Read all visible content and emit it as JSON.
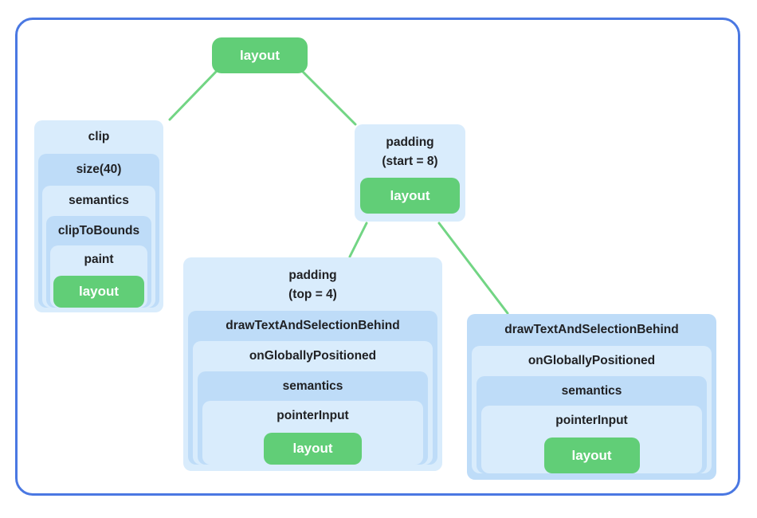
{
  "colors": {
    "frame_border": "#4a78e2",
    "box_light": "#d9ecfc",
    "box_dark": "#bedcf8",
    "node_green": "#61ce77",
    "edge_green": "#72d584",
    "label_text": "#202124",
    "node_text": "#ffffff",
    "canvas": "#ffffff"
  },
  "nodes": {
    "root_layout": {
      "label": "layout"
    },
    "clip": {
      "title": "clip",
      "size": "size(40)",
      "semantics": "semantics",
      "clip_to_bounds": "clipToBounds",
      "paint": "paint",
      "layout": "layout"
    },
    "padding_start": {
      "title_line1": "padding",
      "title_line2": "(start = 8)",
      "layout": "layout"
    },
    "padding_top": {
      "title_line1": "padding",
      "title_line2": "(top = 4)",
      "draw_text": "drawTextAndSelectionBehind",
      "on_globally_positioned": "onGloballyPositioned",
      "semantics": "semantics",
      "pointer_input": "pointerInput",
      "layout": "layout"
    },
    "draw_text": {
      "title": "drawTextAndSelectionBehind",
      "on_globally_positioned": "onGloballyPositioned",
      "semantics": "semantics",
      "pointer_input": "pointerInput",
      "layout": "layout"
    }
  },
  "edges": [
    {
      "from": "layout",
      "to": "clip"
    },
    {
      "from": "layout",
      "to": "padding (start = 8)"
    },
    {
      "from": "padding (start = 8) / layout",
      "to": "padding (top = 4)"
    },
    {
      "from": "padding (start = 8) / layout",
      "to": "drawTextAndSelectionBehind"
    }
  ]
}
